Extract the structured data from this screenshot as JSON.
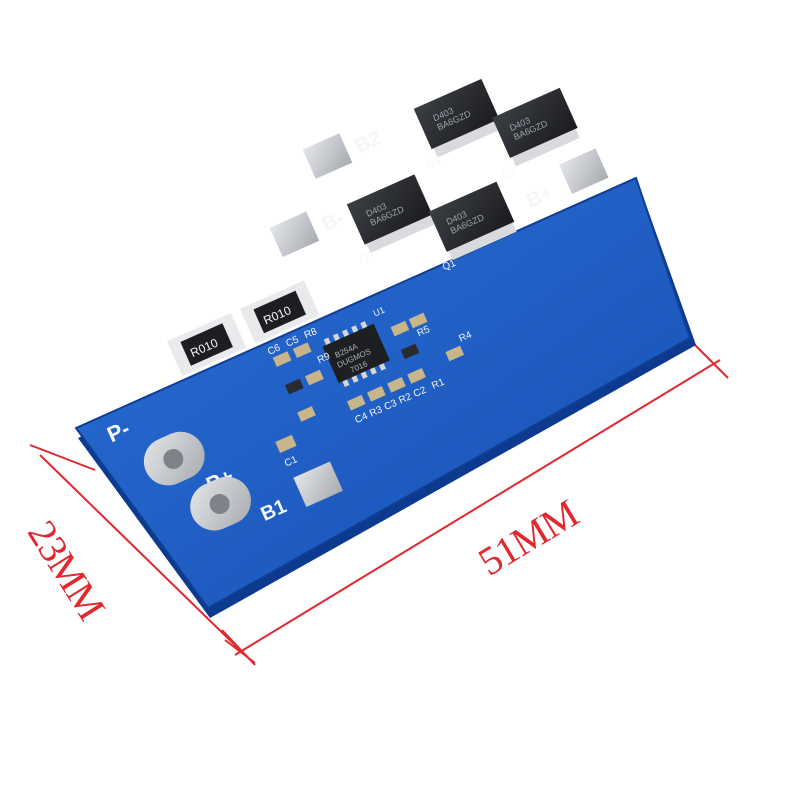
{
  "image": {
    "subject": "2S lithium battery protection board (blue PCB) with dimension callouts",
    "colors": {
      "pcb": "#1f5fc7",
      "pcb_dark": "#0f3e92",
      "pad": "#c9cbcf",
      "mosfet": "#2a2c30",
      "dimension": "#e0282e",
      "silkscreen": "#f4f6fa"
    }
  },
  "dimensions": {
    "width_label": "23MM",
    "length_label": "51MM"
  },
  "pads": {
    "p_minus": "P-",
    "p_plus": "P+",
    "b_minus": "B-",
    "b_plus": "B+",
    "b1": "B1",
    "b2": "B2"
  },
  "resistors": {
    "shunt_1": "R010",
    "shunt_2": "R010"
  },
  "ic": {
    "line1": "B254A",
    "line2": "DUGMOS",
    "line3": "7016"
  },
  "mosfets": {
    "q1": "D403\nBA6GZD",
    "q2": "D403\nBA6GZD",
    "q3": "D403\nBA6GZD",
    "q4": "D403\nBA6GZD"
  },
  "designators": {
    "q1": "Q1",
    "q2": "Q2",
    "q3": "Q3",
    "q4": "Q4",
    "c1": "C1",
    "c2": "C2",
    "c3": "C3",
    "c4": "C4",
    "c5": "C5",
    "c6": "C6",
    "r1": "R1",
    "r2": "R2",
    "r3": "R3",
    "r4": "R4",
    "r5": "R5",
    "r8": "R8",
    "r9": "R9",
    "u1": "U1"
  }
}
